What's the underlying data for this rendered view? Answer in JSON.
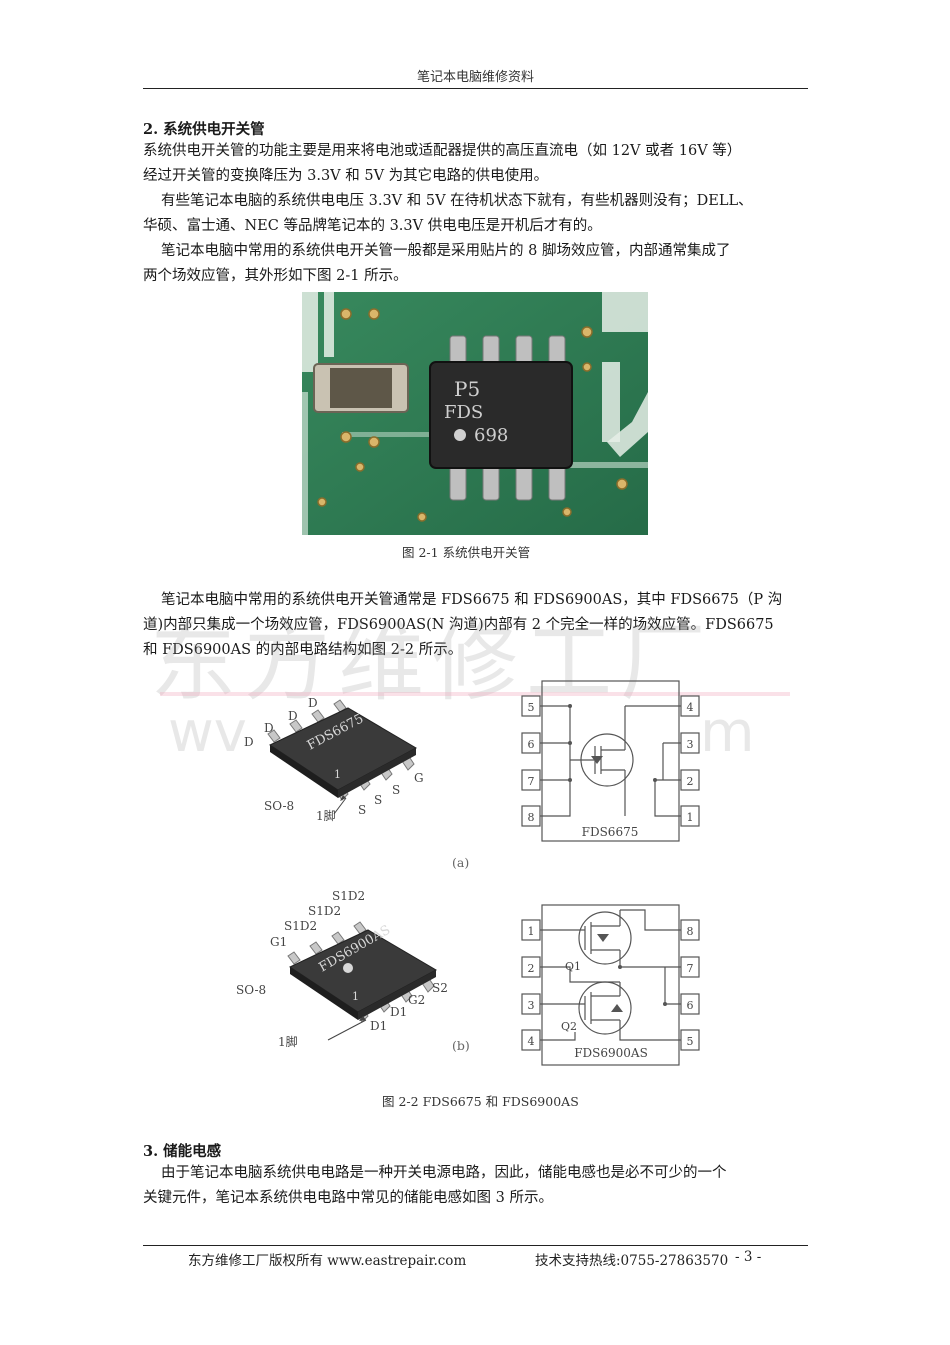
{
  "header": {
    "title": "笔记本电脑维修资料"
  },
  "section2": {
    "heading": "2.  系统供电开关管",
    "lines": [
      "系统供电开关管的功能主要是用来将电池或适配器提供的高压直流电（如 12V 或者 16V 等）",
      "经过开关管的变换降压为 3.3V 和 5V 为其它电路的供电使用。",
      "有些笔记本电脑的系统供电电压 3.3V 和 5V 在待机状态下就有，有些机器则没有；DELL、",
      "华硕、富士通、NEC 等品牌笔记本的 3.3V 供电电压是开机后才有的。",
      "笔记本电脑中常用的系统供电开关管一般都是采用贴片的 8 脚场效应管，内部通常集成了",
      "两个场效应管，其外形如下图 2-1 所示。"
    ]
  },
  "photo": {
    "chip_line1": "P5",
    "chip_line2": "FDS",
    "chip_line3": "698"
  },
  "figure1_caption": "图 2-1  系统供电开关管",
  "section2b": {
    "lines": [
      "笔记本电脑中常用的系统供电开关管通常是 FDS6675 和 FDS6900AS，其中 FDS6675（P 沟",
      "道)内部只集成一个场效应管，FDS6900AS(N 沟道)内部有 2 个完全一样的场效应管。FDS6675",
      "和 FDS6900AS 的内部电路结构如图 2-2 所示。"
    ]
  },
  "watermark": {
    "line1": "东方维修工厂",
    "line2a": "wv",
    "line2b": "m"
  },
  "fig_a": {
    "chip_marking": "FDS6675",
    "pin_labels": {
      "d1": "D",
      "d2": "D",
      "d3": "D",
      "d4": "D",
      "g": "G",
      "s1": "S",
      "s2": "S",
      "s3": "S"
    },
    "pin1_mark": "1",
    "package": "SO-8",
    "pin1_note": "1脚",
    "schematic_pins_left": [
      "5",
      "6",
      "7",
      "8"
    ],
    "schematic_pins_right": [
      "4",
      "3",
      "2",
      "1"
    ],
    "schematic_label": "FDS6675",
    "sub_label": "(a)"
  },
  "fig_b": {
    "chip_marking": "FDS6900AS",
    "pin_labels": {
      "s1d2a": "S1D2",
      "s1d2b": "S1D2",
      "s1d2c": "S1D2",
      "g1": "G1",
      "s2": "S2",
      "g2": "G2",
      "d1a": "D1",
      "d1b": "D1"
    },
    "pin1_mark": "1",
    "package": "SO-8",
    "pin1_note": "1脚",
    "schematic_pins_left": [
      "1",
      "2",
      "3",
      "4"
    ],
    "schematic_pins_right": [
      "8",
      "7",
      "6",
      "5"
    ],
    "q1": "Q1",
    "q2": "Q2",
    "schematic_label": "FDS6900AS",
    "sub_label": "(b)"
  },
  "figure2_caption": "图 2-2   FDS6675 和 FDS6900AS",
  "section3": {
    "heading": "3.  储能电感",
    "lines": [
      "由于笔记本电脑系统供电电路是一种开关电源电路，因此，储能电感也是必不可少的一个",
      "关键元件，笔记本系统供电电路中常见的储能电感如图 3 所示。"
    ]
  },
  "footer": {
    "copyright": "东方维修工厂版权所有 www.eastrepair.com",
    "hotline": "技术支持热线:0755-27863570",
    "page": "- 3 -"
  }
}
